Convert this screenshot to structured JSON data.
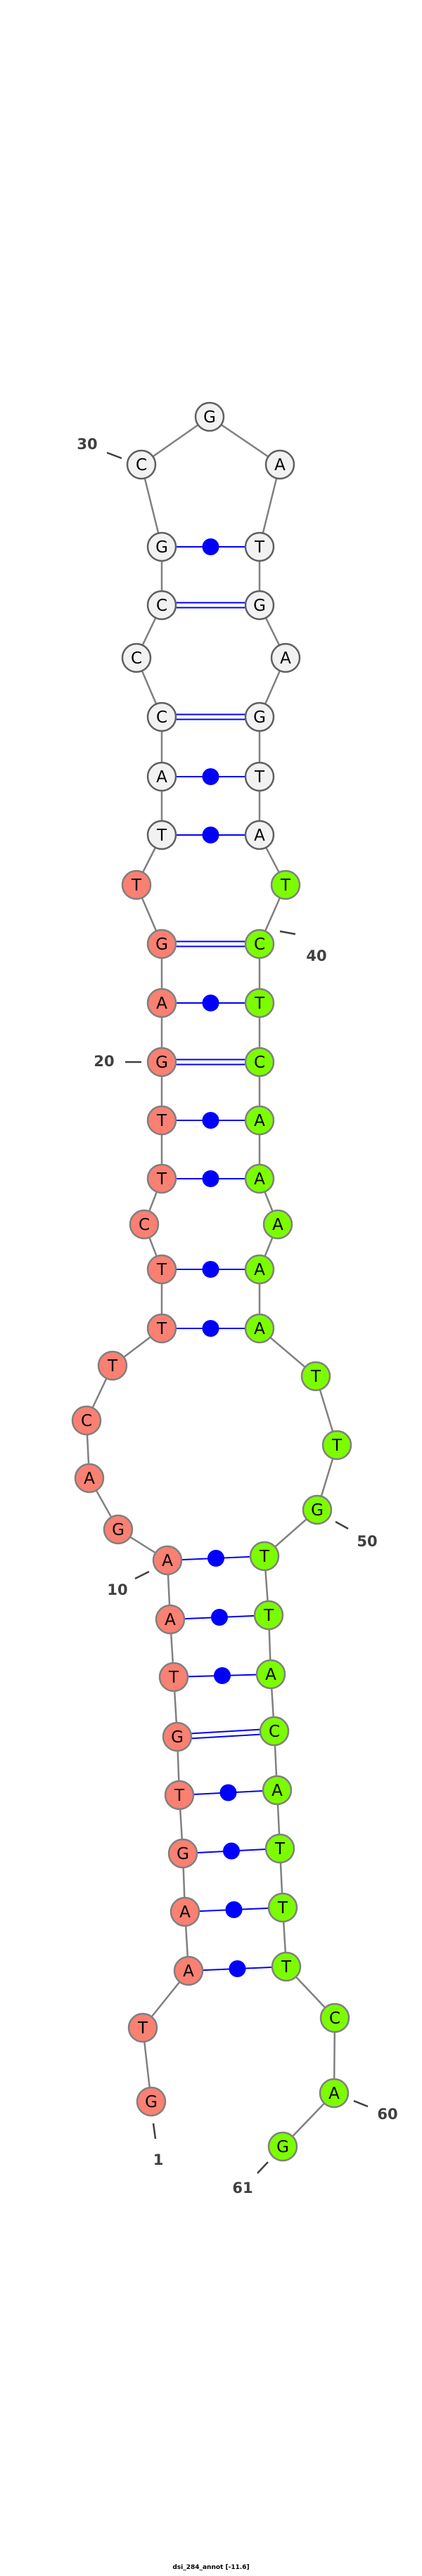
{
  "title": "dsi_284_annot [-11.6]",
  "sequence": "GTAAGTGTAAGACTTTCTTGAGTTACCCGCGATGAGTATCTCAAAAATTGTTACATTTCAG",
  "pairs": [
    [
      3,
      58
    ],
    [
      4,
      57
    ],
    [
      5,
      56
    ],
    [
      6,
      55
    ],
    [
      7,
      54
    ],
    [
      8,
      53
    ],
    [
      9,
      52
    ],
    [
      10,
      51
    ],
    [
      15,
      47
    ],
    [
      16,
      46
    ],
    [
      18,
      44
    ],
    [
      19,
      43
    ],
    [
      20,
      42
    ],
    [
      21,
      41
    ],
    [
      22,
      40
    ],
    [
      24,
      38
    ],
    [
      25,
      37
    ],
    [
      26,
      36
    ],
    [
      28,
      34
    ],
    [
      29,
      33
    ]
  ],
  "colors": {
    "segment_5prime": "#FA8072",
    "segment_loop": "#F2F2F2",
    "segment_3prime": "#7CFC00",
    "pair_line": "#0000FF",
    "backbone": "#808080"
  },
  "segments": [
    {
      "name": "5prime",
      "from": 1,
      "to": 23
    },
    {
      "name": "loop",
      "from": 24,
      "to": 38
    },
    {
      "name": "3prime",
      "from": 39,
      "to": 61
    }
  ],
  "number_labels": [
    {
      "pos": 1,
      "text": "1"
    },
    {
      "pos": 10,
      "text": "10"
    },
    {
      "pos": 20,
      "text": "20"
    },
    {
      "pos": 30,
      "text": "30"
    },
    {
      "pos": 40,
      "text": "40"
    },
    {
      "pos": 50,
      "text": "50"
    },
    {
      "pos": 60,
      "text": "60"
    },
    {
      "pos": 61,
      "text": "61"
    }
  ]
}
